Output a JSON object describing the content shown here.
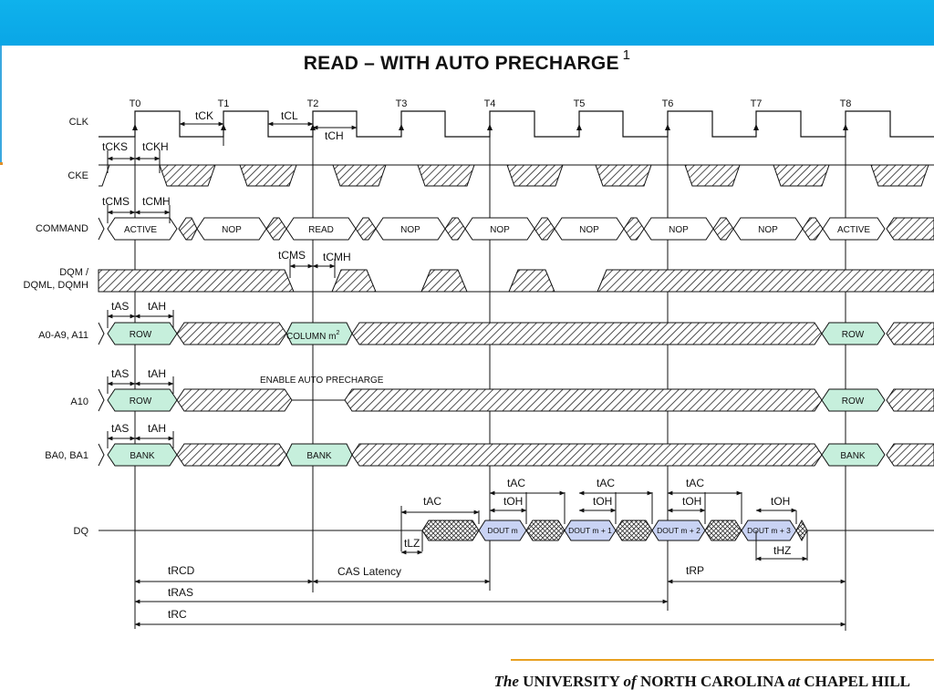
{
  "title": "READ – WITH AUTO PRECHARGE",
  "title_note": "1",
  "clock_labels": [
    "T0",
    "T1",
    "T2",
    "T3",
    "T4",
    "T5",
    "T6",
    "T7",
    "T8"
  ],
  "signals": {
    "clk": "CLK",
    "cke": "CKE",
    "command": "COMMAND",
    "dqm1": "DQM /",
    "dqm2": "DQML, DQMH",
    "addr": "A0-A9, A11",
    "a10": "A10",
    "ba": "BA0, BA1",
    "dq": "DQ"
  },
  "commands": [
    "ACTIVE",
    "NOP",
    "READ",
    "NOP",
    "NOP",
    "NOP",
    "NOP",
    "NOP",
    "ACTIVE"
  ],
  "addr_fields": {
    "row": "ROW",
    "column": "COLUMN m",
    "column_note": "2",
    "bank": "BANK"
  },
  "enable_auto_precharge": "ENABLE AUTO PRECHARGE",
  "dq_fields": [
    "DOUT m",
    "DOUT m + 1",
    "DOUT m + 2",
    "DOUT m + 3"
  ],
  "timing": {
    "tck": "tCK",
    "tcl": "tCL",
    "tch": "tCH",
    "tcks": "tCKS",
    "tckh": "tCKH",
    "tcms": "tCMS",
    "tcmh": "tCMH",
    "tas": "tAS",
    "tah": "tAH",
    "tac": "tAC",
    "toh": "tOH",
    "tlz": "tLZ",
    "thz": "tHZ",
    "trcd": "tRCD",
    "cas": "CAS Latency",
    "trp": "tRP",
    "tras": "tRAS",
    "trc": "tRC"
  },
  "colors": {
    "topbar": "#0aa6e6",
    "field_fill": "#c6efdc",
    "dq_fill": "#c9d3f4",
    "footer_line": "#e8a020"
  },
  "footer": {
    "the": "The",
    "university": "UNIVERSITY",
    "of": "of",
    "nc": "NORTH CAROLINA",
    "at": "at",
    "ch": "CHAPEL HILL"
  }
}
